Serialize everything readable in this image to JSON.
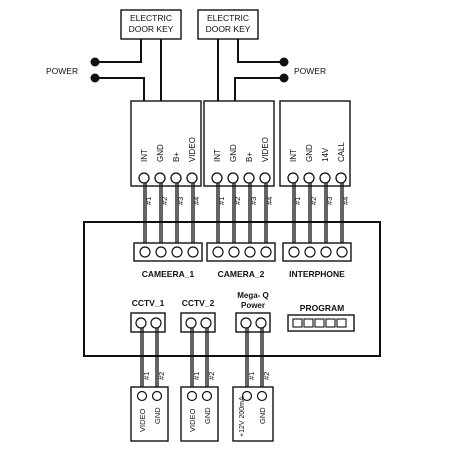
{
  "door_keys": [
    {
      "line1": "ELECTRIC",
      "line2": "DOOR KEY"
    },
    {
      "line1": "ELECTRIC",
      "line2": "DOOR KEY"
    }
  ],
  "power_labels": [
    "POWER",
    "POWER"
  ],
  "camera_modules": [
    {
      "pins": [
        "INT",
        "GND",
        "B+",
        "VIDEO"
      ]
    },
    {
      "pins": [
        "INT",
        "GND",
        "B+",
        "VIDEO"
      ]
    }
  ],
  "interphone_module": {
    "pins": [
      "INT",
      "GND",
      "14V",
      "CALL"
    ]
  },
  "wire_labels": [
    "#1",
    "#2",
    "#3",
    "#4"
  ],
  "main_board": {
    "terminal_labels": [
      "CAMEERA_1",
      "CAMERA_2",
      "INTERPHONE"
    ],
    "cctv_labels": [
      "CCTV_1",
      "CCTV_2"
    ],
    "megaq_label": [
      "Mega- Q",
      "Power"
    ],
    "program_label": "PROGRAM"
  },
  "bottom_modules": [
    {
      "wires": [
        "#1",
        "#2"
      ],
      "pins": [
        "VIDEO",
        "GND"
      ]
    },
    {
      "wires": [
        "#1",
        "#2"
      ],
      "pins": [
        "VIDEO",
        "GND"
      ]
    },
    {
      "wires": [
        "#1",
        "#2"
      ],
      "pins": [
        "+12V 200mA",
        "GND"
      ]
    }
  ]
}
